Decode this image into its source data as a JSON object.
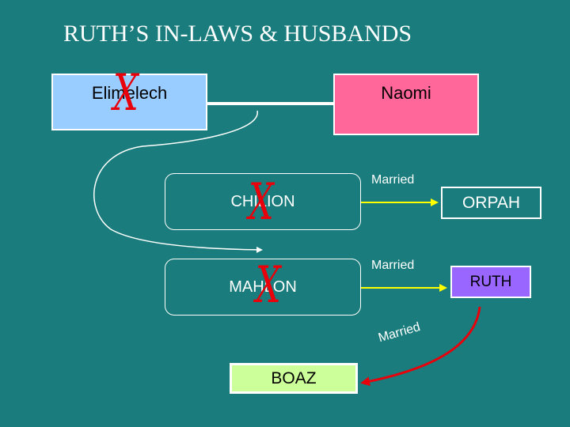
{
  "title": "RUTH’S IN-LAWS & HUSBANDS",
  "people": {
    "elimelech": "Elimelech",
    "naomi": "Naomi",
    "chilion": "CHILION",
    "mahlon": "MAHLON",
    "orpah": "ORPAH",
    "ruth": "RUTH",
    "boaz": "BOAZ"
  },
  "marks": {
    "deceased": "X"
  },
  "relations": {
    "chilion_orpah": "Married",
    "mahlon_ruth": "Married",
    "ruth_boaz": "Married"
  },
  "colors": {
    "background": "#1a7c7c",
    "elimelech_box": "#99ccff",
    "naomi_box": "#ff6699",
    "ruth_box": "#9966ff",
    "boaz_box": "#ccff99",
    "married_line": "#ffff00",
    "boaz_arrow": "#e8000a",
    "deceased_mark": "#e8000a"
  }
}
